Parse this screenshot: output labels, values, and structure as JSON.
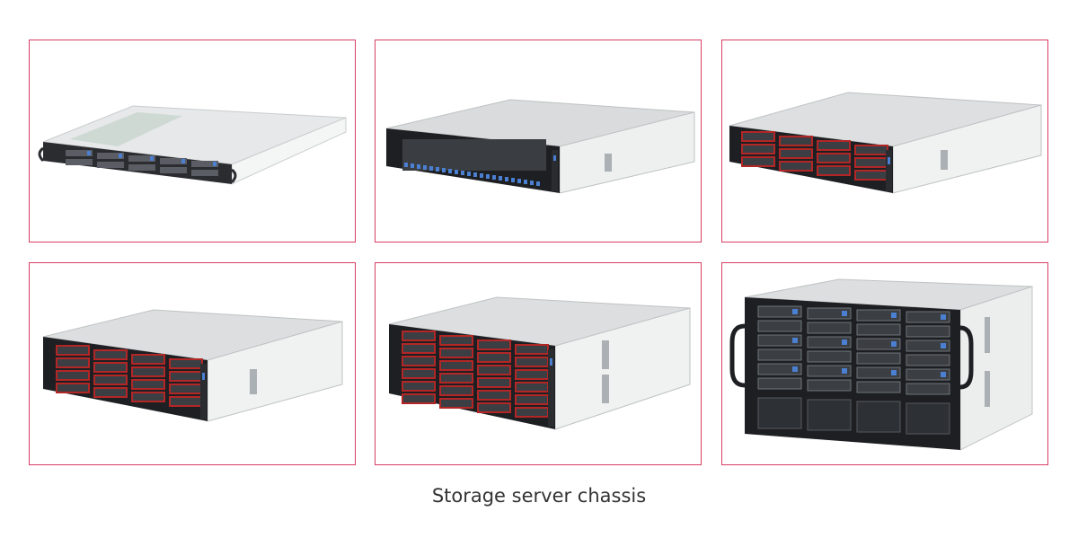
{
  "caption": "Storage server chassis",
  "colors": {
    "card_border": "#d93d63",
    "chassis_top": "#e4e6e7",
    "chassis_side": "#f3f4f4",
    "front_panel": "#1e1f22",
    "bay_red": "#b32626",
    "bay_blue": "#4a7fd1"
  },
  "products": [
    {
      "id": "chassis-1u",
      "icon": "server-chassis-1u-image"
    },
    {
      "id": "chassis-2u-24bay",
      "icon": "server-chassis-2u-24bay-image"
    },
    {
      "id": "chassis-2u-12bay",
      "icon": "server-chassis-2u-12bay-image"
    },
    {
      "id": "chassis-3u-16bay",
      "icon": "server-chassis-3u-16bay-image"
    },
    {
      "id": "chassis-4u-24bay",
      "icon": "server-chassis-4u-24bay-image"
    },
    {
      "id": "chassis-6u-large",
      "icon": "server-chassis-6u-image"
    }
  ]
}
